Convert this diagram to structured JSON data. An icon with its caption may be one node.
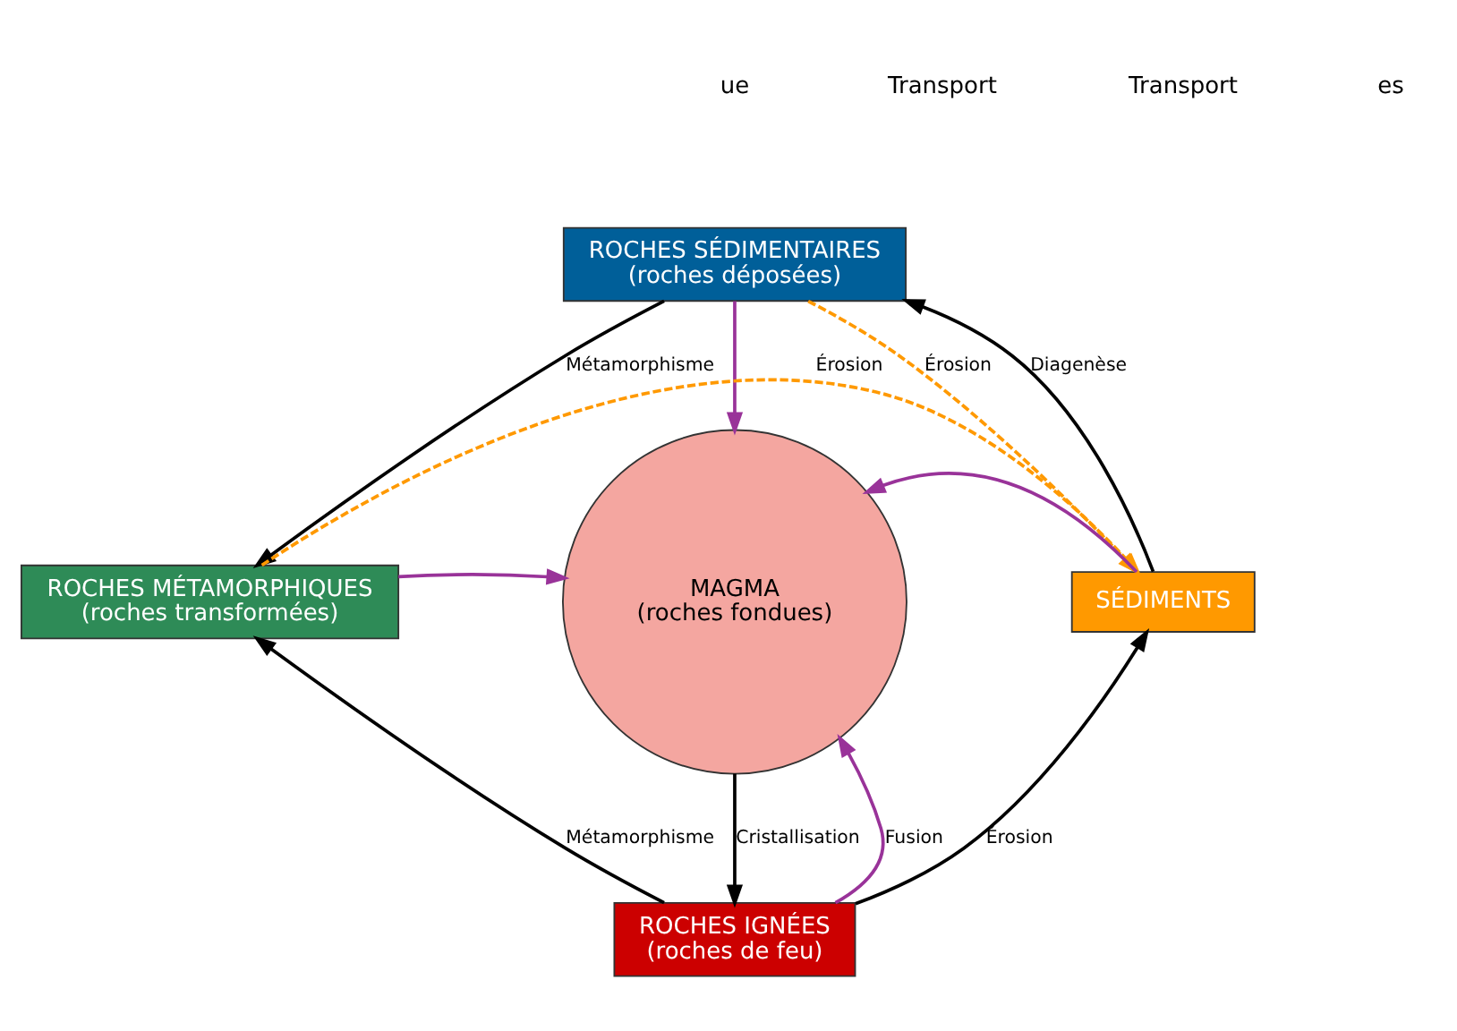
{
  "diagram": {
    "nodes": [
      {
        "text": [
          "ROCHES SÉDIMENTAIRES",
          "(roches déposées)"
        ]
      },
      {
        "text": [
          "ROCHES MÉTAMORPHIQUES",
          "(roches transformées)"
        ]
      },
      {
        "text": [
          "MAGMA",
          "(roches fondues)"
        ]
      },
      {
        "text": [
          "SÉDIMENTS"
        ]
      },
      {
        "text": [
          "ROCHES IGNÉES",
          "(roches de feu)"
        ]
      }
    ],
    "edges": [
      {
        "from": 0,
        "to": 1,
        "arrow": "to",
        "label": "Métamorphisme"
      },
      {
        "from": 1,
        "to": 3,
        "arrow": "to",
        "label": "Érosion",
        "style": "dashed",
        "color": "#ff9900"
      },
      {
        "from": 0,
        "to": 3,
        "arrow": "to",
        "label": "Érosion",
        "style": "dashed",
        "color": "#ff9900"
      },
      {
        "from": 3,
        "to": 0,
        "arrow": "to",
        "label": "Diagenèse"
      },
      {
        "from": 0,
        "to": 2,
        "arrow": "to",
        "color": "#993399"
      },
      {
        "from": 1,
        "to": 2,
        "arrow": "to",
        "color": "#993399"
      },
      {
        "from": 3,
        "to": 2,
        "arrow": "to",
        "color": "#993399"
      },
      {
        "from": 2,
        "to": 4,
        "arrow": "to",
        "label": "Cristallisation"
      },
      {
        "from": 4,
        "to": 2,
        "arrow": "to",
        "label": "Fusion",
        "color": "#993399"
      },
      {
        "from": 4,
        "to": 1,
        "arrow": "to",
        "label": "Métamorphisme"
      },
      {
        "from": 4,
        "to": 3,
        "arrow": "to",
        "label": "Érosion"
      }
    ],
    "labels": [
      "ue",
      "Transport",
      "Transport",
      "es"
    ]
  }
}
